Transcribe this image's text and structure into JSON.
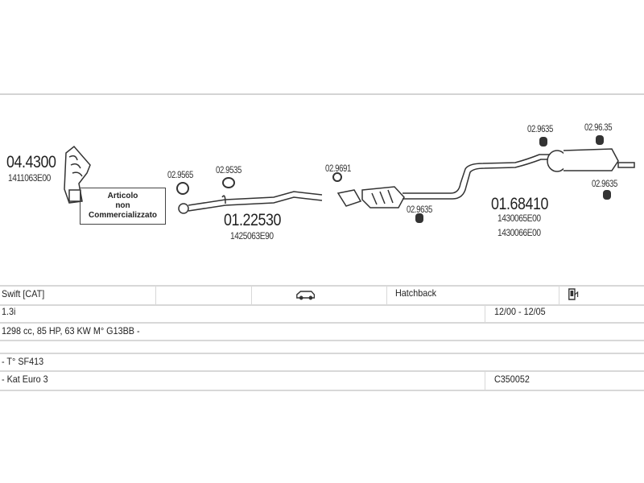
{
  "diagram": {
    "parts": [
      {
        "code": "04.4300",
        "oem": [
          "1411063E00"
        ]
      },
      {
        "code": "01.22530",
        "oem": [
          "1425063E90"
        ]
      },
      {
        "code": "01.68410",
        "oem": [
          "1430065E00",
          "1430066E00"
        ]
      }
    ],
    "small_parts": [
      "02.9565",
      "02.9535",
      "02.9691",
      "02.9635",
      "02.9635",
      "02.96.35",
      "02.9635"
    ],
    "not_available_note": [
      "Articolo",
      "non",
      "Commercializzato"
    ]
  },
  "vehicle": {
    "model": "Swift  [CAT]",
    "body_icon": "car-icon",
    "body_type": "Hatchback",
    "fuel_icon": "fuel-pump-icon",
    "engine": "1.3i",
    "years": "12/00 - 12/05",
    "specs": "1298 cc, 85 HP, 63 KW  M° G13BB -",
    "type": "- T° SF413",
    "emission": "- Kat Euro 3",
    "ref": "C350052"
  }
}
